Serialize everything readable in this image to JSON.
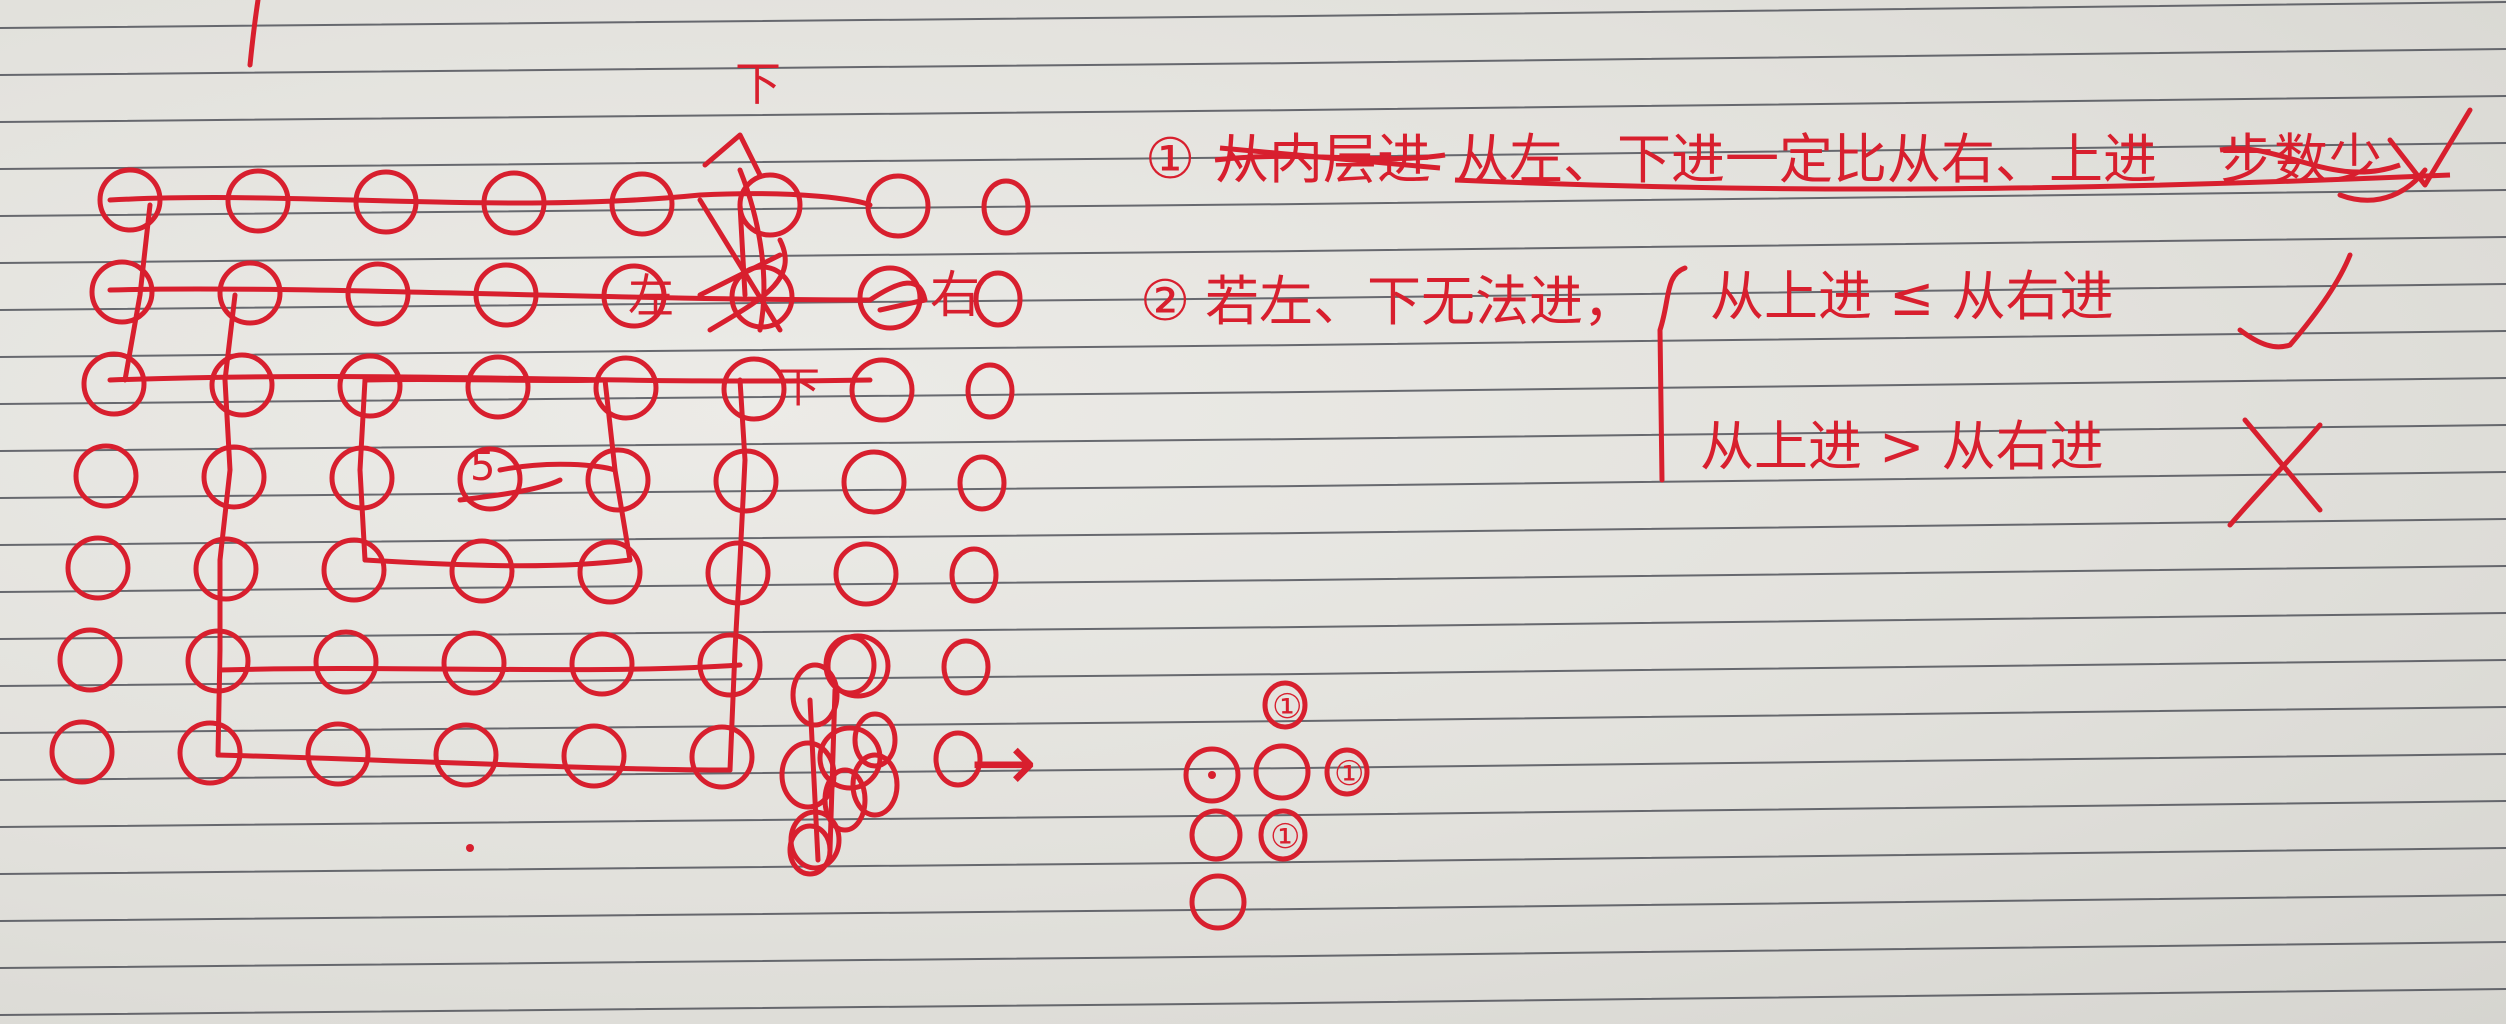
{
  "notebook": {
    "paper_color": "#e6e5e1",
    "line_color": "#3c3f48",
    "ink_color": "#d81f2e"
  },
  "grid_sketch": {
    "rows": 7,
    "cols": 8,
    "top_label": "下",
    "left_label": "左",
    "right_label": "右",
    "down_label": "下",
    "center_mark": "5"
  },
  "notes": {
    "rule1": {
      "number": "①",
      "crossed_out": "从内层进",
      "text": "从左、下进一定比从右、上进",
      "crossed_ending": "步数少",
      "verdict": "check"
    },
    "rule2": {
      "number": "②",
      "condition": "若左、下无法进，",
      "case_a": "从上进 ≤ 从右进",
      "case_a_verdict": "check",
      "case_b": "从上进 > 从右进",
      "case_b_verdict": "cross"
    }
  },
  "mini_diagram": {
    "arrow": "→",
    "labels": [
      "①",
      "①",
      "①"
    ]
  }
}
